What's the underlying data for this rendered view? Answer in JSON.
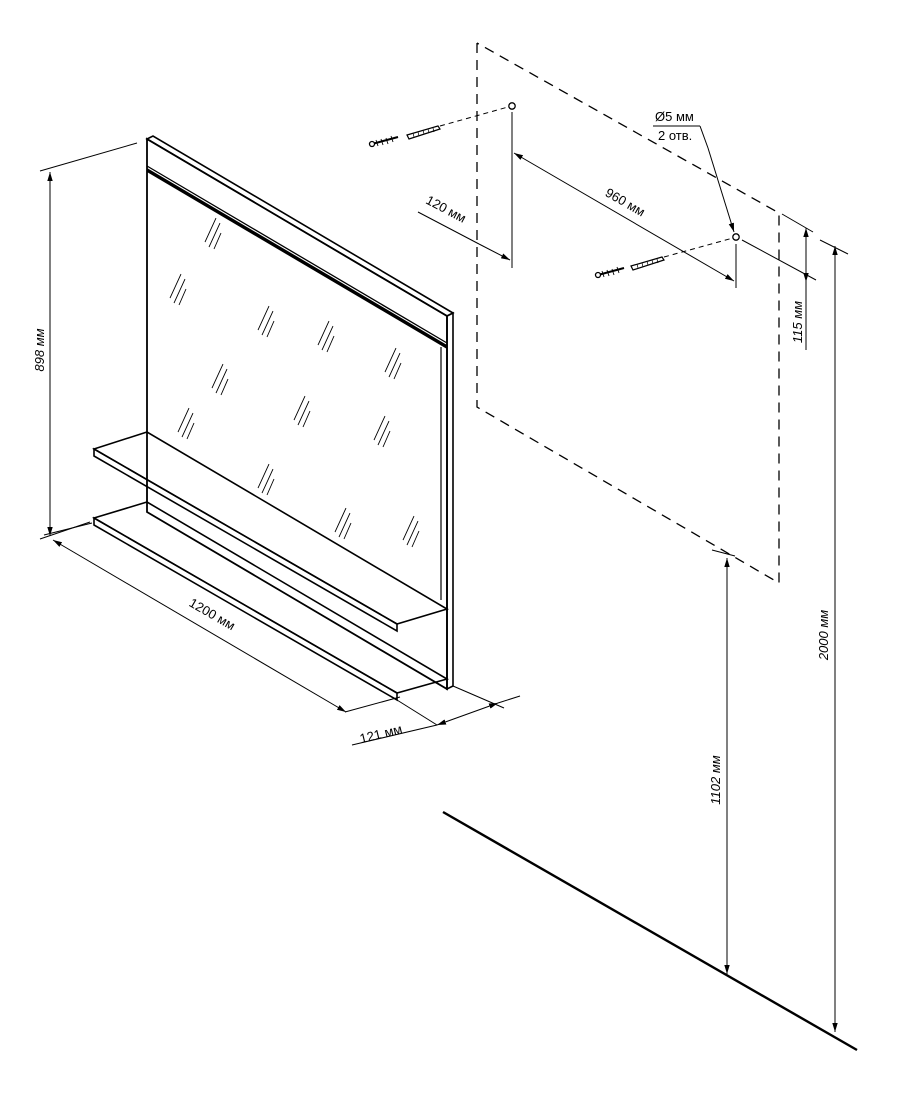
{
  "dimensions": {
    "height": "898 мм",
    "width": "1200 мм",
    "depth": "121 мм",
    "hole_offset": "120 мм",
    "hole_spacing": "960 мм",
    "hole_diameter": "Ø5 мм",
    "hole_count": "2 отв.",
    "hole_drop": "115 мм",
    "floor_to_bottom": "1102 мм",
    "floor_to_top": "2000 мм"
  },
  "colors": {
    "line": "#000000",
    "background": "#ffffff"
  },
  "icons": [
    "screw-icon",
    "wall-plug-icon",
    "mirror-glare-icon"
  ]
}
